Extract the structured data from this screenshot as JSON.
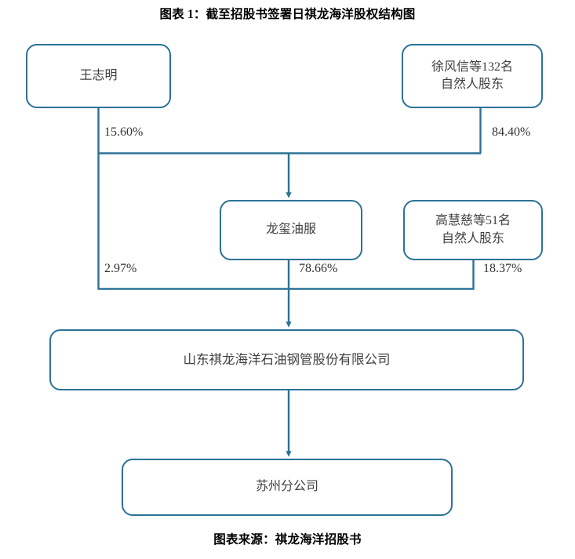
{
  "chart_title": "图表 1：截至招股书签署日祺龙海洋股权结构图",
  "chart_source": "图表来源：祺龙海洋招股书",
  "nodes": {
    "wangzhiming": "王志明",
    "xufengxin": "徐风信等132名\n自然人股东",
    "longxiyoufu": "龙玺油服",
    "gaohuici": "高慧慈等51名\n自然人股东",
    "main_company": "山东祺龙海洋石油钢管股份有限公司",
    "suzhou_branch": "苏州分公司"
  },
  "edges": {
    "wangzhiming_to_longxi": "15.60%",
    "xufengxin_to_longxi": "84.40%",
    "wangzhiming_to_main": "2.97%",
    "longxi_to_main": "78.66%",
    "gaohuici_to_main": "18.37%"
  },
  "chart_data": {
    "type": "diagram",
    "title": "图表 1：截至招股书签署日祺龙海洋股权结构图",
    "source": "图表来源：祺龙海洋招股书",
    "diagram_kind": "ownership-structure",
    "entities": [
      {
        "id": "wangzhiming",
        "label": "王志明",
        "level": 1
      },
      {
        "id": "xufengxin",
        "label": "徐风信等132名自然人股东",
        "level": 1
      },
      {
        "id": "longxiyoufu",
        "label": "龙玺油服",
        "level": 2
      },
      {
        "id": "gaohuici",
        "label": "高慧慈等51名自然人股东",
        "level": 2
      },
      {
        "id": "main_company",
        "label": "山东祺龙海洋石油钢管股份有限公司",
        "level": 3
      },
      {
        "id": "suzhou_branch",
        "label": "苏州分公司",
        "level": 4
      }
    ],
    "relations": [
      {
        "from": "wangzhiming",
        "to": "longxiyoufu",
        "value": 15.6,
        "label": "15.60%"
      },
      {
        "from": "xufengxin",
        "to": "longxiyoufu",
        "value": 84.4,
        "label": "84.40%"
      },
      {
        "from": "wangzhiming",
        "to": "main_company",
        "value": 2.97,
        "label": "2.97%"
      },
      {
        "from": "longxiyoufu",
        "to": "main_company",
        "value": 78.66,
        "label": "78.66%"
      },
      {
        "from": "gaohuici",
        "to": "main_company",
        "value": 18.37,
        "label": "18.37%"
      },
      {
        "from": "main_company",
        "to": "suzhou_branch",
        "value": null,
        "label": ""
      }
    ],
    "colors": {
      "border": "#2c7296",
      "connector": "#2c7296",
      "text": "#404040",
      "background": "#ffffff"
    }
  }
}
